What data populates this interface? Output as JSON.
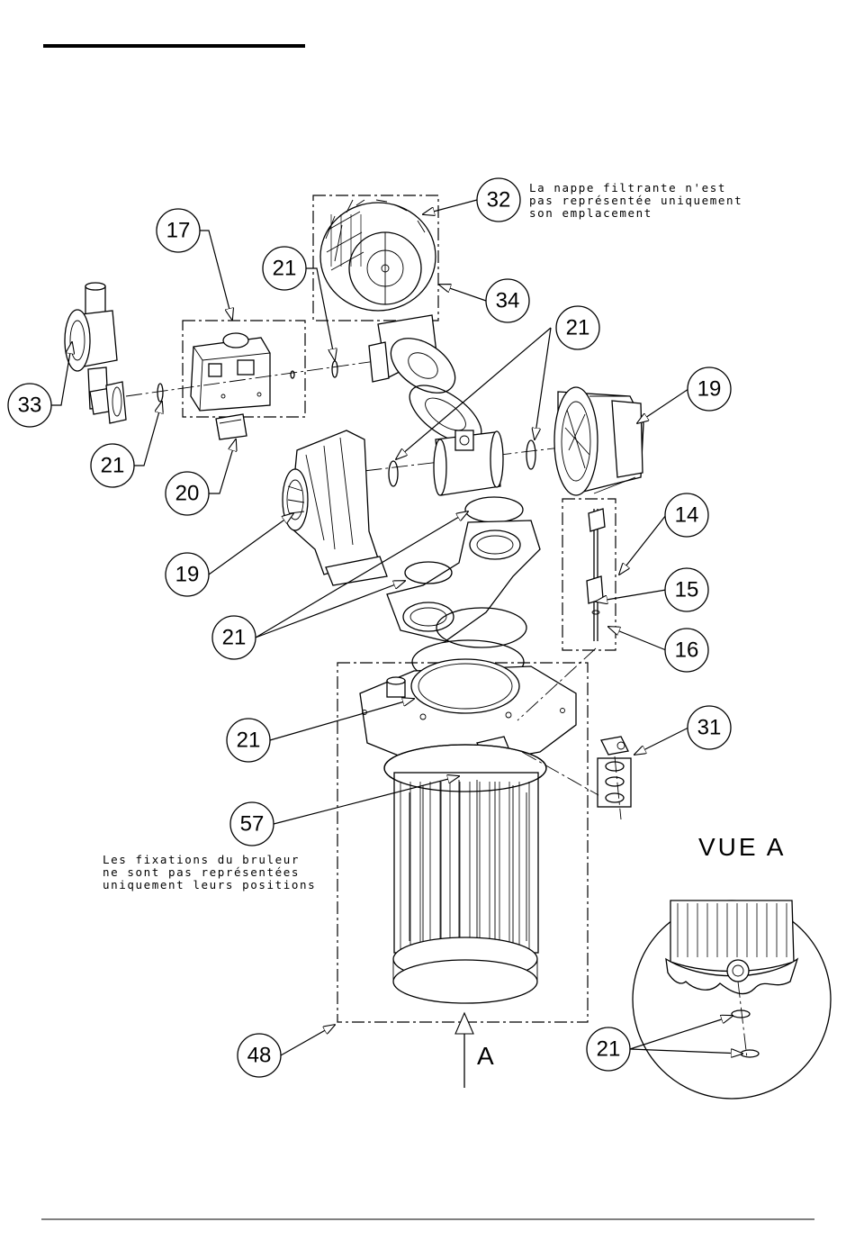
{
  "notes": {
    "filter": [
      "La nappe filtrante n'est",
      "pas représentée uniquement",
      "son emplacement"
    ],
    "burner": [
      "Les fixations du bruleur",
      "ne sont pas représentées",
      "uniquement leurs positions"
    ]
  },
  "view_label": "VUE A",
  "arrow_label": "A",
  "callouts": [
    {
      "id": "c32",
      "label": "32"
    },
    {
      "id": "c17",
      "label": "17"
    },
    {
      "id": "c21a",
      "label": "21"
    },
    {
      "id": "c34",
      "label": "34"
    },
    {
      "id": "c21b",
      "label": "21"
    },
    {
      "id": "c19a",
      "label": "19"
    },
    {
      "id": "c33",
      "label": "33"
    },
    {
      "id": "c21c",
      "label": "21"
    },
    {
      "id": "c20",
      "label": "20"
    },
    {
      "id": "c14",
      "label": "14"
    },
    {
      "id": "c19b",
      "label": "19"
    },
    {
      "id": "c15",
      "label": "15"
    },
    {
      "id": "c21d",
      "label": "21"
    },
    {
      "id": "c16",
      "label": "16"
    },
    {
      "id": "c31",
      "label": "31"
    },
    {
      "id": "c21e",
      "label": "21"
    },
    {
      "id": "c57",
      "label": "57"
    },
    {
      "id": "c48",
      "label": "48"
    },
    {
      "id": "c21f",
      "label": "21"
    }
  ]
}
